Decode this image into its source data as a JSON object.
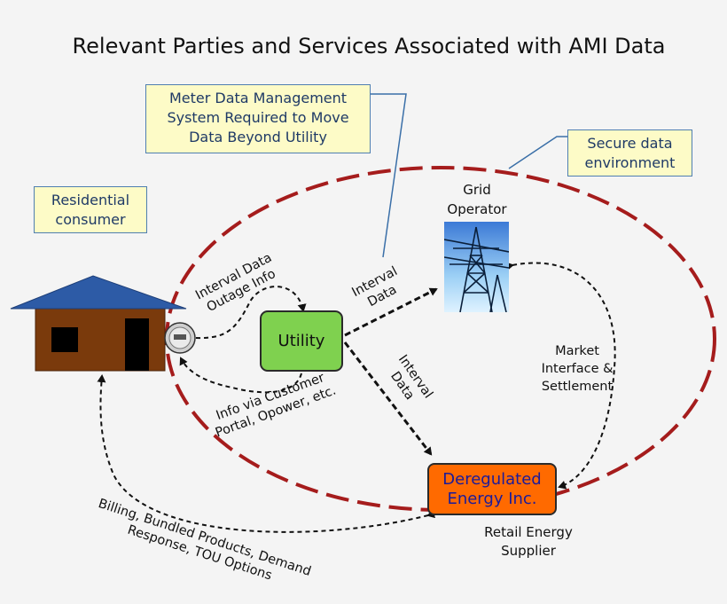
{
  "title": "Relevant Parties and Services Associated with AMI Data",
  "callouts": {
    "mdm": [
      "Meter Data Management",
      "System Required to Move",
      "Data Beyond Utility"
    ],
    "secure": [
      "Secure data",
      "environment"
    ],
    "residential": [
      "Residential",
      "consumer"
    ]
  },
  "nodes": {
    "utility": "Utility",
    "deregulated": [
      "Deregulated",
      "Energy Inc."
    ],
    "grid_operator": [
      "Grid",
      "Operator"
    ],
    "retail_supplier": [
      "Retail Energy",
      "Supplier"
    ]
  },
  "flows": {
    "meter_to_utility": [
      "Interval Data",
      "Outage Info"
    ],
    "utility_to_meter": [
      "Info via Customer",
      "Portal, Opower, etc."
    ],
    "utility_to_grid": [
      "Interval",
      "Data"
    ],
    "utility_to_supplier": [
      "Interval",
      "Data"
    ],
    "grid_supplier": [
      "Market",
      "Interface &",
      "Settlement"
    ],
    "supplier_to_home": [
      "Billing, Bundled Products, Demand",
      "Response, TOU Options"
    ]
  },
  "colors": {
    "secure_boundary": "#a51c1c",
    "utility_box": "#7fd14f",
    "supplier_box": "#ff6a00",
    "supplier_text": "#1b1b9a",
    "roof": "#2d5ba6",
    "house_wall": "#7a3a0c",
    "callout_fill": "#fdfbc7",
    "callout_border": "#4f7fb0"
  }
}
